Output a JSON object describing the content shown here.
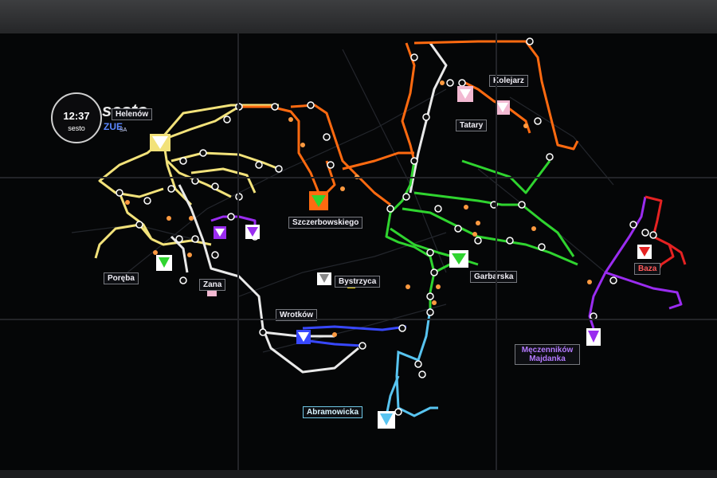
{
  "clock": {
    "time": "12:37",
    "brand": "sesto"
  },
  "logo": {
    "text": "sesto",
    "sub": "ZUE",
    "suffix": "SA"
  },
  "substations": [
    {
      "id": "helenow",
      "name": "Helenów"
    },
    {
      "id": "tatary",
      "name": "Tatary"
    },
    {
      "id": "kolejarz",
      "name": "Kolejarz"
    },
    {
      "id": "szczerbowskiego",
      "name": "Szczerbowskiego"
    },
    {
      "id": "poreba",
      "name": "Poręba"
    },
    {
      "id": "zana",
      "name": "Zana"
    },
    {
      "id": "bystrzyca",
      "name": "Bystrzyca"
    },
    {
      "id": "garbarska",
      "name": "Garbarska"
    },
    {
      "id": "wrotkow",
      "name": "Wrotków"
    },
    {
      "id": "baza",
      "name": "Baza"
    },
    {
      "id": "majdanka",
      "name": "Męczenników Majdanka"
    },
    {
      "id": "abramowicka",
      "name": "Abramowicka"
    }
  ],
  "colors": {
    "yellow": "#f2e27a",
    "white": "#e9e9e9",
    "orange": "#ff6a10",
    "green": "#2fd42f",
    "blue": "#3848ff",
    "cyan": "#58c4f0",
    "violet": "#9a2cf0",
    "red": "#e52222",
    "background": "#050607"
  }
}
